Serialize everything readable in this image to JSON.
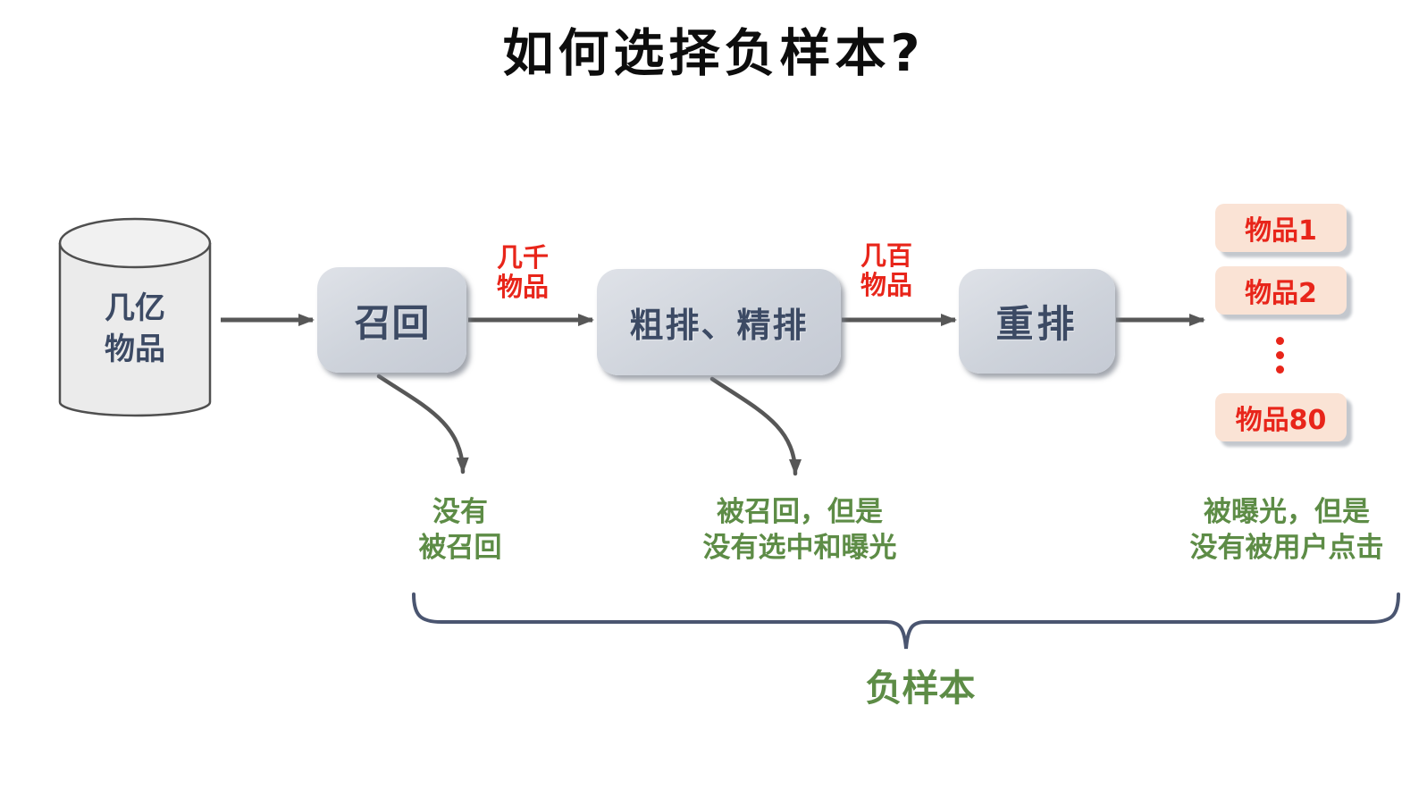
{
  "title": "如何选择负样本?",
  "colors": {
    "stage_box_fill": "#ced3db",
    "stage_text_navy": "#3c4a64",
    "edge_label_red": "#e8251a",
    "item_box_fill": "#fae3d5",
    "item_text_red": "#e8251a",
    "annotation_green": "#5d8c46",
    "arrow_gray": "#575757",
    "brace_slate": "#4a5570"
  },
  "source": {
    "label_line1": "几亿",
    "label_line2": "物品"
  },
  "stages": [
    {
      "label": "召回"
    },
    {
      "label": "粗排、精排"
    },
    {
      "label": "重排"
    }
  ],
  "edge_labels": [
    {
      "line1": "几千",
      "line2": "物品"
    },
    {
      "line1": "几百",
      "line2": "物品"
    }
  ],
  "output_items": {
    "items": [
      {
        "label": "物品1"
      },
      {
        "label": "物品2"
      },
      {
        "label": "物品80"
      }
    ],
    "ellipsis": "⋮"
  },
  "annotations": [
    {
      "line1": "没有",
      "line2": "被召回"
    },
    {
      "line1": "被召回，但是",
      "line2": "没有选中和曝光"
    },
    {
      "line1": "被曝光，但是",
      "line2": "没有被用户点击"
    }
  ],
  "brace_label": "负样本"
}
